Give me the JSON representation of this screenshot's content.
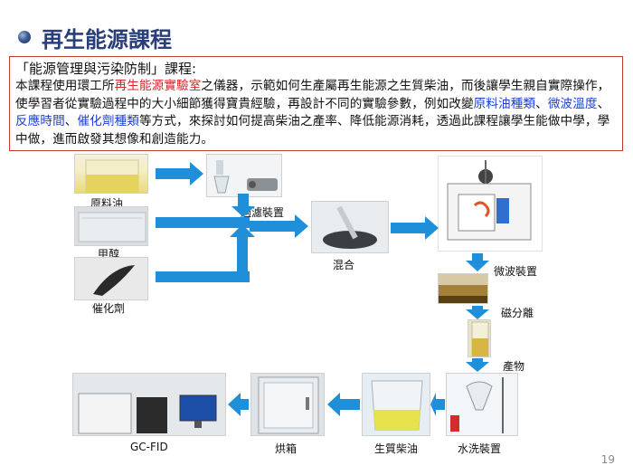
{
  "slide": {
    "title": "再生能源課程",
    "page_number": "19"
  },
  "description": {
    "heading": "「能源管理與污染防制」課程:",
    "p1": "本課程使用環工所",
    "p1_hl": "再生能源實驗室",
    "p2": "之儀器，示範如何生產屬再生能源之生質柴油，而後讓學生親自實際操作，使學習者從實驗過程中的大小細節獲得寶貴經驗，再設計不同的實驗參數，例如改變",
    "p2_b1": "原料油種類",
    "sep1": "、",
    "p2_b2": "微波溫度",
    "sep2": "、",
    "p2_b3": "反應時間",
    "sep3": "、",
    "p2_b4": "催化劑種類",
    "p3": "等方式，來探討如何提高柴油之產率、降低能源消耗，透過此課程讓學生能做中學，學中做，進而啟發其想像和創造能力。"
  },
  "steps": {
    "raw_oil": "原料油",
    "methanol": "甲醇",
    "catalyst": "催化劑",
    "filtration": "過濾裝置",
    "mixing": "混合",
    "microwave": "微波裝置",
    "magnetic_sep": "磁分離",
    "product": "產物",
    "water_wash": "水洗裝置",
    "biodiesel": "生質柴油",
    "oven": "烘箱",
    "gcfid": "GC-FID"
  },
  "colors": {
    "arrow": "#1e8fd8",
    "title": "#2a3f7a",
    "highlight_red": "#d8232a",
    "highlight_blue": "#1a3fd4",
    "box_border": "#c0392b"
  }
}
